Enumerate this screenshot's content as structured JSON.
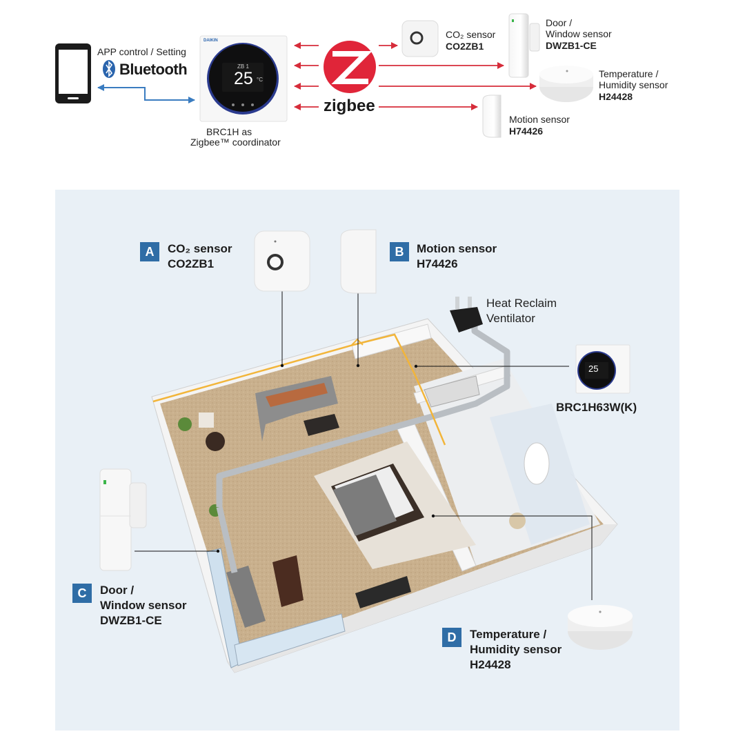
{
  "top": {
    "app_label": "APP control / Setting",
    "bluetooth_label": "Bluetooth",
    "thermostat_temp": "25",
    "thermostat_unit": "°C",
    "thermostat_mode": "ZB 1",
    "thermostat_brand": "DAIKIN",
    "coordinator_line1": "BRC1H as",
    "coordinator_line2": "Zigbee™ coordinator",
    "zigbee_label": "zigbee",
    "co2": {
      "title": "CO₂ sensor",
      "model": "CO2ZB1"
    },
    "door": {
      "title1": "Door /",
      "title2": "Window sensor",
      "model": "DWZB1-CE"
    },
    "temp": {
      "title1": "Temperature /",
      "title2": "Humidity sensor",
      "model": "H24428"
    },
    "motion": {
      "title": "Motion sensor",
      "model": "H74426"
    }
  },
  "bottom": {
    "a": {
      "badge": "A",
      "title": "CO₂ sensor",
      "model": "CO2ZB1"
    },
    "b": {
      "badge": "B",
      "title": "Motion sensor",
      "model": "H74426"
    },
    "c": {
      "badge": "C",
      "title1": "Door /",
      "title2": "Window sensor",
      "model": "DWZB1-CE"
    },
    "d": {
      "badge": "D",
      "title1": "Temperature /",
      "title2": "Humidity sensor",
      "model": "H24428"
    },
    "hrv_line1": "Heat Reclaim",
    "hrv_line2": "Ventilator",
    "controller_model": "BRC1H63W(K)",
    "controller_temp": "25"
  },
  "colors": {
    "arrow_red": "#d62c3a",
    "arrow_blue": "#3a7cc0",
    "badge_blue": "#2f6da6",
    "duct_yellow": "#f2b53a",
    "panel_bg": "#e9f0f6"
  }
}
